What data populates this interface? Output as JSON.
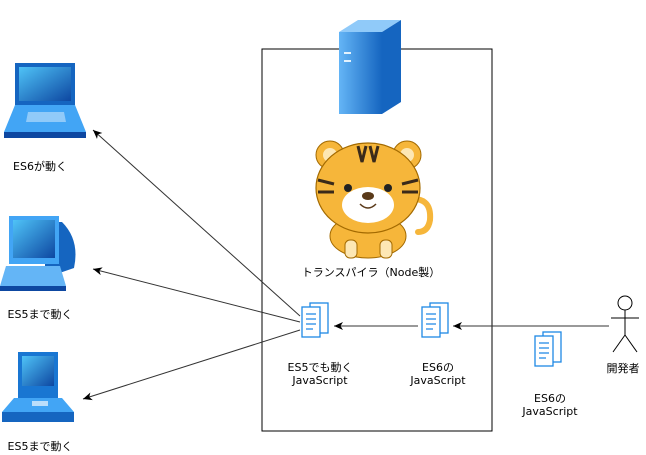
{
  "clients": [
    {
      "device": "laptop",
      "label": "ES6が動く"
    },
    {
      "device": "desktop",
      "label": "ES5まで動く"
    },
    {
      "device": "workstation",
      "label": "ES5まで動く"
    }
  ],
  "server": {
    "icon": "server-icon"
  },
  "transpiler": {
    "icon": "tiger-mascot",
    "label": "トランスパイラ（Node製）"
  },
  "files": {
    "es5_output": {
      "line1": "ES5でも動く",
      "line2": "JavaScript"
    },
    "es6_input": {
      "line1": "ES6の",
      "line2": "JavaScript"
    },
    "es6_source": {
      "line1": "ES6の",
      "line2": "JavaScript"
    }
  },
  "developer": {
    "icon": "stick-figure-icon",
    "label": "開発者"
  },
  "colors": {
    "icon_blue": "#1e88e5",
    "tiger_orange": "#f6b63a",
    "line": "#333333"
  }
}
